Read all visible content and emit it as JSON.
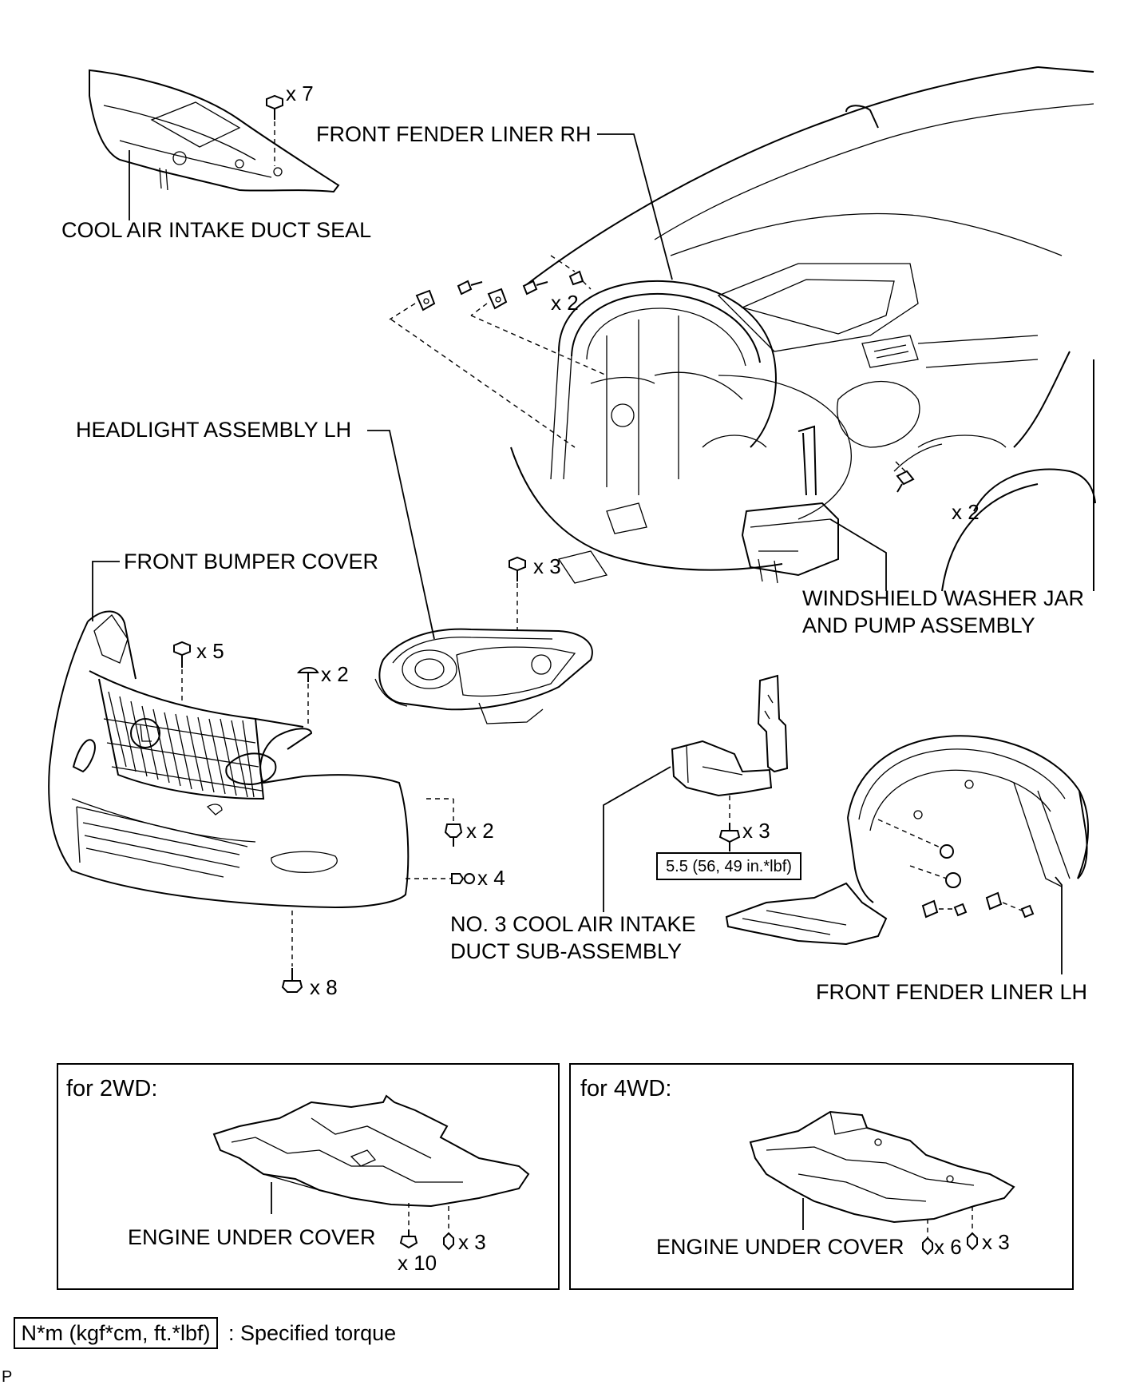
{
  "labels": {
    "cool_air_intake_duct_seal": "COOL AIR INTAKE DUCT SEAL",
    "front_fender_liner_rh": "FRONT FENDER LINER RH",
    "headlight_assembly_lh": "HEADLIGHT ASSEMBLY LH",
    "front_bumper_cover": "FRONT BUMPER COVER",
    "windshield_washer_line1": "WINDSHIELD WASHER JAR",
    "windshield_washer_line2": "AND PUMP ASSEMBLY",
    "no3_duct_line1": "NO. 3 COOL AIR INTAKE",
    "no3_duct_line2": "DUCT SUB-ASSEMBLY",
    "front_fender_liner_lh": "FRONT FENDER LINER LH"
  },
  "fastener_counts": {
    "duct_seal_clips": "x 7",
    "fender_rh_screws": "x 2",
    "fender_rh_side_screws": "x 2",
    "headlight_bolts": "x 3",
    "bumper_top_bolts": "x 5",
    "bumper_top_clips": "x 2",
    "bumper_side_screws": "x 2",
    "bumper_side_clips": "x 4",
    "bumper_bottom_clips": "x 8",
    "duct_bolts": "x 3"
  },
  "torque_spec": "5.5 (56, 49 in.*lbf)",
  "panels": {
    "two_wd": {
      "title": "for 2WD:",
      "label": "ENGINE UNDER COVER",
      "count_a": "x 10",
      "count_b": "x 3"
    },
    "four_wd": {
      "title": "for 4WD:",
      "label": "ENGINE UNDER COVER",
      "count_a": "x 6",
      "count_b": "x 3"
    }
  },
  "legend": {
    "box_text": "N*m (kgf*cm, ft.*lbf)",
    "description": ": Specified torque"
  },
  "corner_mark": "P"
}
